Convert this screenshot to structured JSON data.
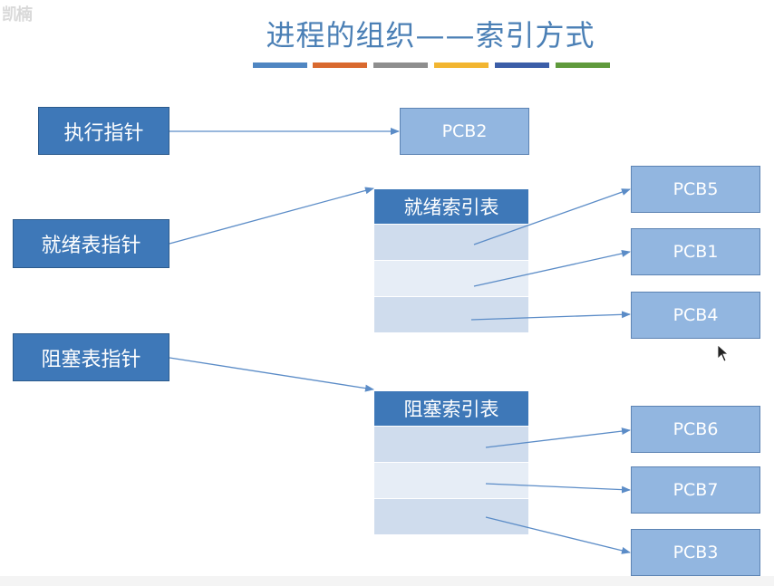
{
  "watermark": "凯楠",
  "title": "进程的组织——索引方式",
  "title_bar_colors": [
    "#4f86c2",
    "#d9692e",
    "#8e8e8e",
    "#f2b530",
    "#3b5ea8",
    "#5f9a3c"
  ],
  "pointers": {
    "running": "执行指针",
    "ready": "就绪表指针",
    "blocked": "阻塞表指针"
  },
  "running_pcb": "PCB2",
  "ready_index": {
    "header": "就绪索引表",
    "pcbs": [
      "PCB5",
      "PCB1",
      "PCB4"
    ]
  },
  "blocked_index": {
    "header": "阻塞索引表",
    "pcbs": [
      "PCB6",
      "PCB7",
      "PCB3"
    ]
  },
  "colors": {
    "dark_box": "#3e78b8",
    "light_box": "#92b6e0",
    "arrow": "#5b8cc7"
  }
}
